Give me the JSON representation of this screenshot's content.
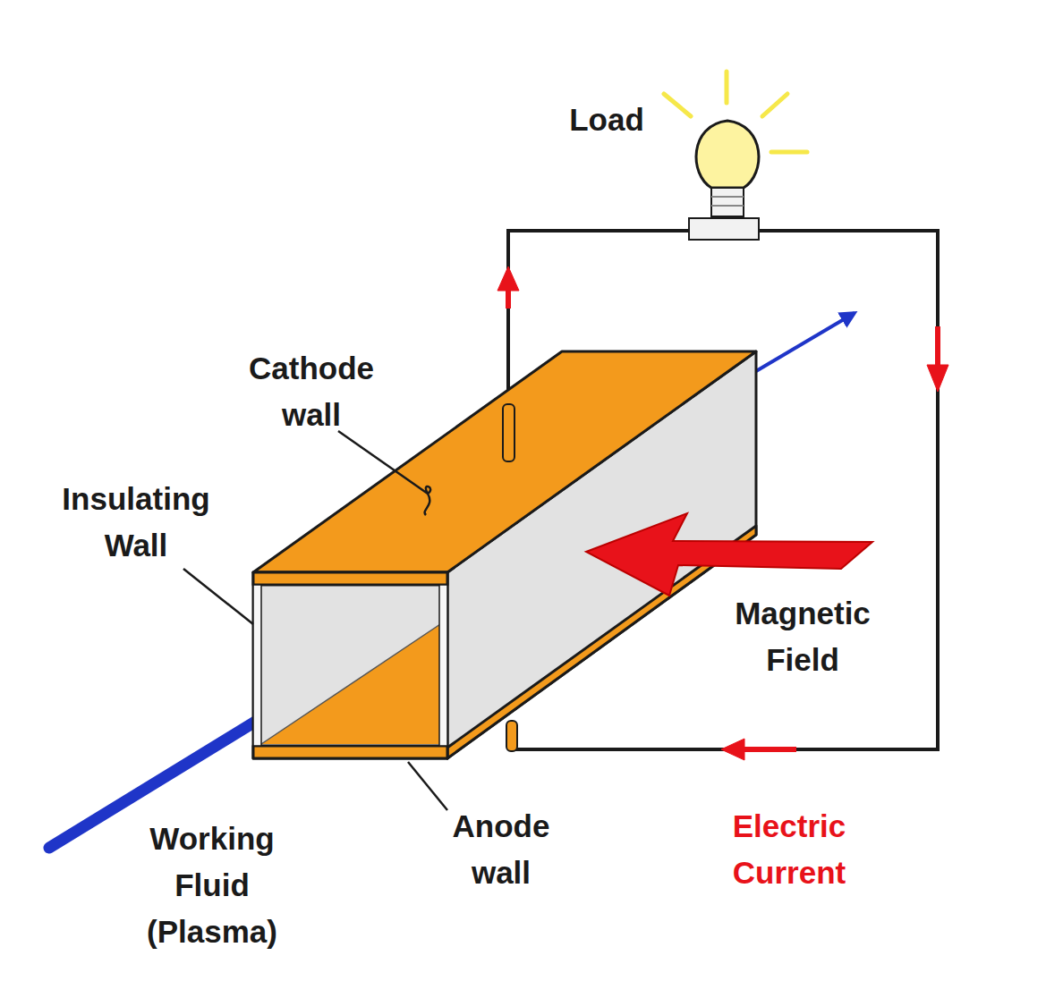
{
  "diagram": {
    "labels": [
      "Load",
      "Cathode wall",
      "Insulating Wall",
      "Magnetic Field",
      "Working Fluid (Plasma)",
      "Anode wall",
      "Electric Current"
    ]
  }
}
